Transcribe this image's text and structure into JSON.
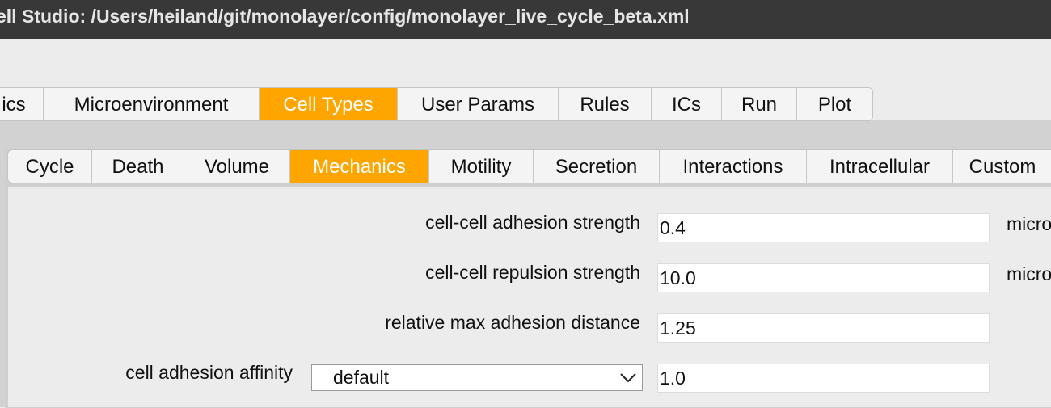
{
  "window": {
    "title": "ell Studio: /Users/heiland/git/monolayer/config/monolayer_live_cycle_beta.xml"
  },
  "main_tabs": [
    {
      "label": "ics",
      "active": false
    },
    {
      "label": "Microenvironment",
      "active": false
    },
    {
      "label": "Cell Types",
      "active": true
    },
    {
      "label": "User Params",
      "active": false
    },
    {
      "label": "Rules",
      "active": false
    },
    {
      "label": "ICs",
      "active": false
    },
    {
      "label": "Run",
      "active": false
    },
    {
      "label": "Plot",
      "active": false
    }
  ],
  "sub_tabs": [
    {
      "label": "Cycle",
      "active": false
    },
    {
      "label": "Death",
      "active": false
    },
    {
      "label": "Volume",
      "active": false
    },
    {
      "label": "Mechanics",
      "active": true
    },
    {
      "label": "Motility",
      "active": false
    },
    {
      "label": "Secretion",
      "active": false
    },
    {
      "label": "Interactions",
      "active": false
    },
    {
      "label": "Intracellular",
      "active": false
    },
    {
      "label": "Custom",
      "active": false
    }
  ],
  "mechanics": {
    "adhesion_strength": {
      "label": "cell-cell adhesion strength",
      "value": "0.4",
      "unit": "micro"
    },
    "repulsion_strength": {
      "label": "cell-cell repulsion strength",
      "value": "10.0",
      "unit": "micro"
    },
    "max_adhesion_distance": {
      "label": "relative max adhesion distance",
      "value": "1.25"
    },
    "adhesion_affinity": {
      "label": "cell adhesion affinity",
      "selected": "default",
      "value": "1.0"
    }
  },
  "colors": {
    "active_tab": "#ffa500",
    "titlebar": "#383838"
  }
}
